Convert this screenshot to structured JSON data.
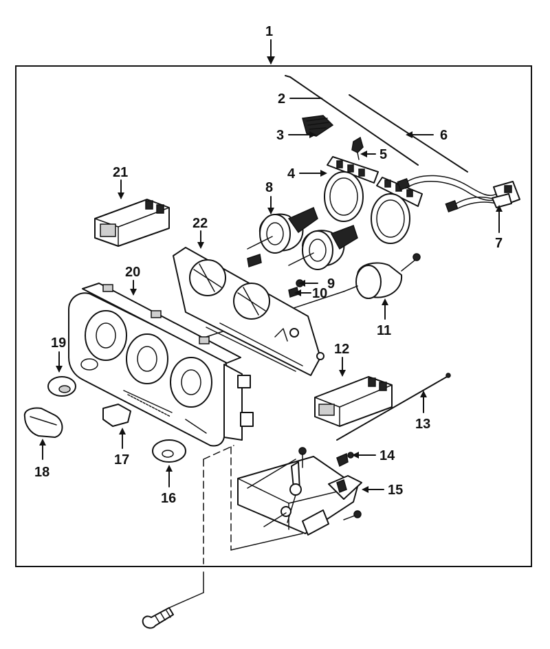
{
  "diagram": {
    "colors": {
      "ink": "#111111",
      "paper": "#ffffff"
    },
    "callouts": [
      {
        "id": "c1",
        "label": "1"
      },
      {
        "id": "c2",
        "label": "2"
      },
      {
        "id": "c3",
        "label": "3"
      },
      {
        "id": "c4",
        "label": "4"
      },
      {
        "id": "c5",
        "label": "5"
      },
      {
        "id": "c6",
        "label": "6"
      },
      {
        "id": "c7",
        "label": "7"
      },
      {
        "id": "c8",
        "label": "8"
      },
      {
        "id": "c9",
        "label": "9"
      },
      {
        "id": "c10",
        "label": "10"
      },
      {
        "id": "c11",
        "label": "11"
      },
      {
        "id": "c12",
        "label": "12"
      },
      {
        "id": "c13",
        "label": "13"
      },
      {
        "id": "c14",
        "label": "14"
      },
      {
        "id": "c15",
        "label": "15"
      },
      {
        "id": "c16",
        "label": "16"
      },
      {
        "id": "c17",
        "label": "17"
      },
      {
        "id": "c18",
        "label": "18"
      },
      {
        "id": "c19",
        "label": "19"
      },
      {
        "id": "c20",
        "label": "20"
      },
      {
        "id": "c21",
        "label": "21"
      },
      {
        "id": "c22",
        "label": "22"
      }
    ]
  }
}
